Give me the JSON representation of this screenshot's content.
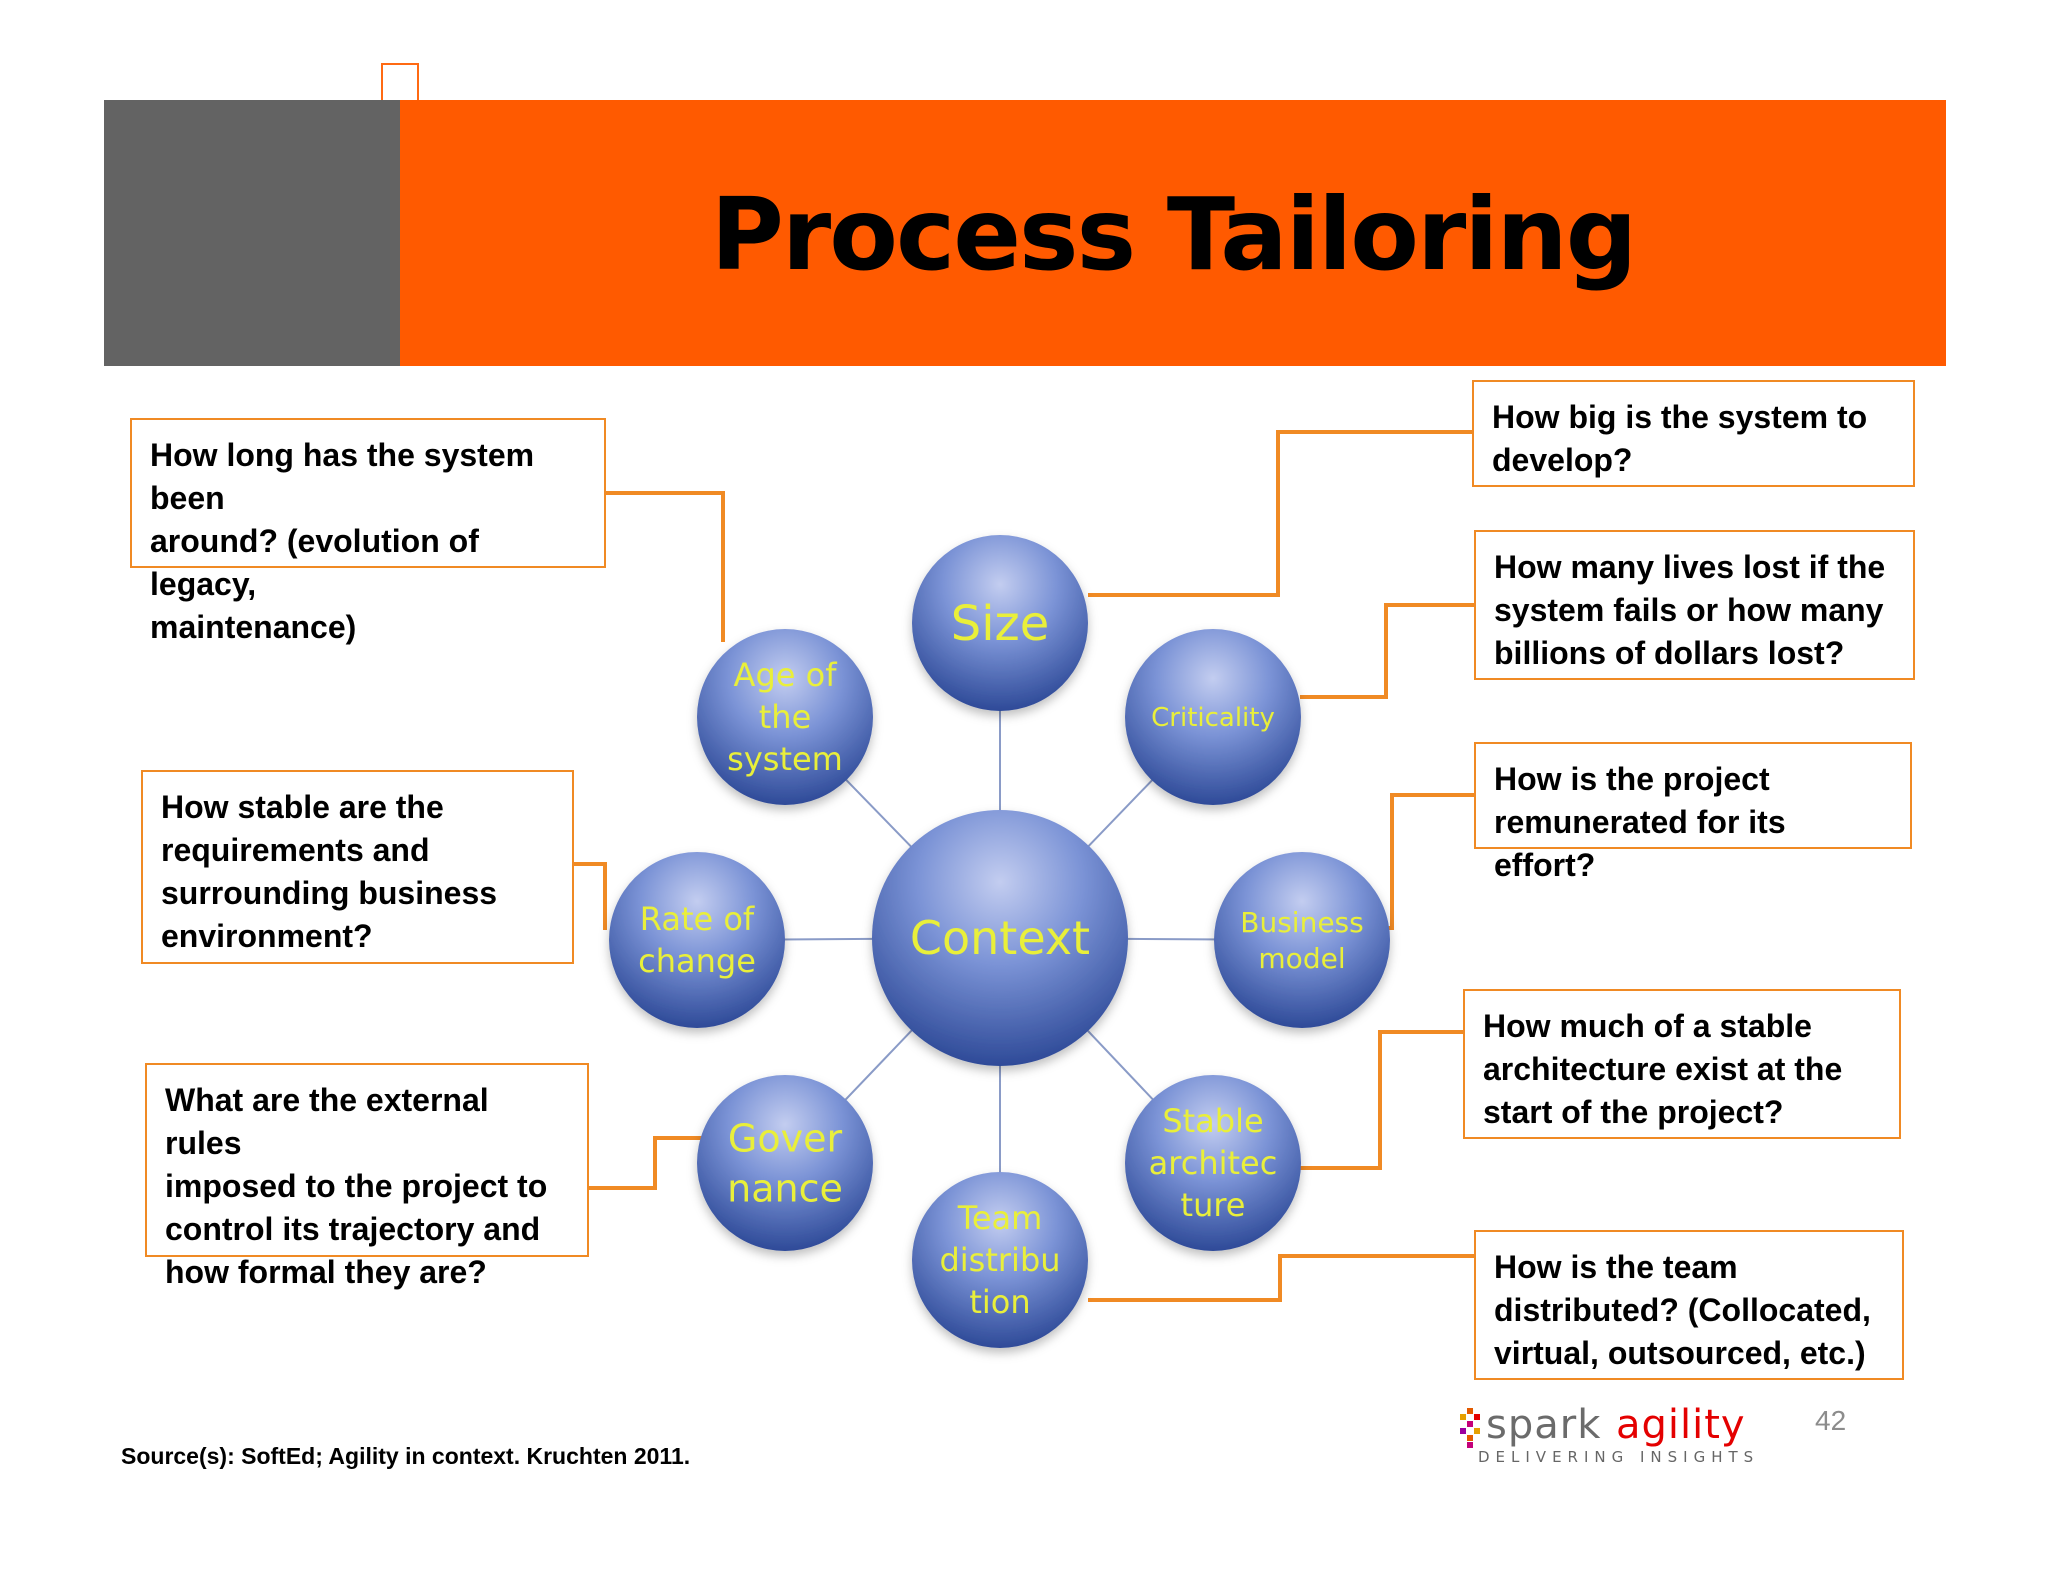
{
  "title": "Process Tailoring",
  "center_node": "Context",
  "nodes": [
    {
      "id": "size",
      "lines": [
        "Size"
      ]
    },
    {
      "id": "criticality",
      "lines": [
        "Criticality"
      ]
    },
    {
      "id": "business-model",
      "lines": [
        "Business",
        "model"
      ]
    },
    {
      "id": "stable-architecture",
      "lines": [
        "Stable",
        "architec",
        "ture"
      ]
    },
    {
      "id": "team-distribution",
      "lines": [
        "Team",
        "distribu",
        "tion"
      ]
    },
    {
      "id": "governance",
      "lines": [
        "Gover",
        "nance"
      ]
    },
    {
      "id": "rate-of-change",
      "lines": [
        "Rate of",
        "change"
      ]
    },
    {
      "id": "age-of-the-system",
      "lines": [
        "Age of",
        "the",
        "system"
      ]
    }
  ],
  "questions": {
    "age": "How long has the system been\naround? (evolution of legacy,\nmaintenance)",
    "rate": "How stable are the\nrequirements and\nsurrounding business\nenvironment?",
    "governance": "What are the external rules\nimposed to the project to\ncontrol  its trajectory and\nhow formal they are?",
    "size": "How big is the system to\ndevelop?",
    "criticality": "How many lives lost if the\nsystem fails or how many\nbillions of dollars lost?",
    "business": "How is the project\nremunerated for its effort?",
    "architecture": "How much of a stable\narchitecture exist at the\nstart of the project?",
    "team": "How is the team\ndistributed? (Collocated,\nvirtual, outsourced, etc.)"
  },
  "source": "Source(s): SoftEd; Agility in context. Kruchten 2011.",
  "page_number": "42",
  "logo": {
    "name": "sparkagility",
    "tagline": "DELIVERING INSIGHTS"
  },
  "colors": {
    "orange": "#ff5a00",
    "gray": "#636363",
    "connector": "#f08a24",
    "node_text": "#e9ef3a",
    "node_fill": "#4d6bb5"
  }
}
